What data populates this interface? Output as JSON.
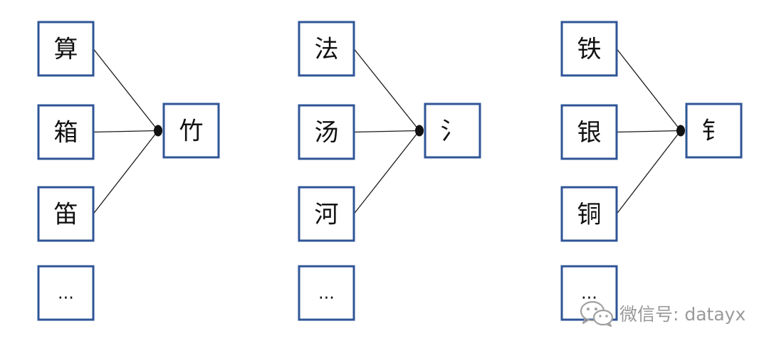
{
  "groups": [
    {
      "radical": "竹",
      "items": [
        "算",
        "箱",
        "笛"
      ],
      "more": "..."
    },
    {
      "radical": "氵",
      "items": [
        "法",
        "汤",
        "河"
      ],
      "more": "..."
    },
    {
      "radical": "钅",
      "items": [
        "铁",
        "银",
        "铜"
      ],
      "more": "..."
    }
  ],
  "colors": {
    "box_border": "#2f5597",
    "line": "#1a1a1a",
    "watermark": "#9a9a9a"
  },
  "watermark": {
    "icon": "wechat-icon",
    "text": "微信号: datayx"
  }
}
